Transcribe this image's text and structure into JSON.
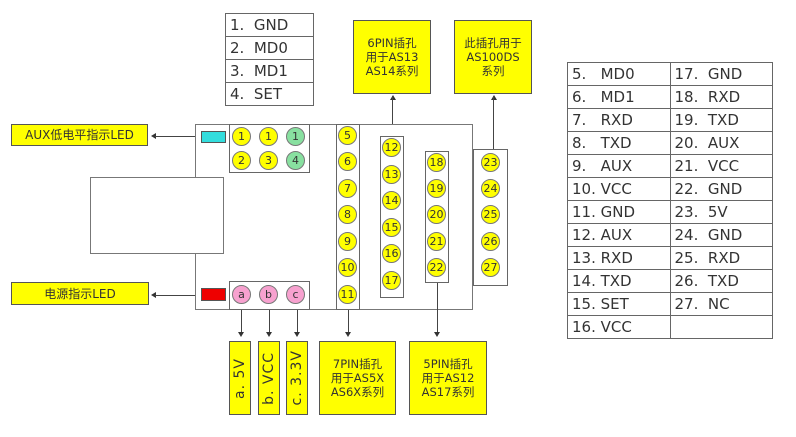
{
  "top_table": {
    "rows": [
      "1.  GND",
      "2.  MD0",
      "3.  MD1",
      "4.  SET"
    ]
  },
  "labels": {
    "aux_led": "AUX低电平指示LED",
    "power_led": "电源指示LED",
    "six_pin": [
      "6PIN插孔",
      "用于AS13",
      "AS14系列"
    ],
    "as100ds": [
      "此插孔用于",
      "AS100DS",
      "系列"
    ],
    "seven_pin": [
      "7PIN插孔",
      "用于AS5X",
      "AS6X系列"
    ],
    "five_pin": [
      "5PIN插孔",
      "用于AS12",
      "AS17系列"
    ],
    "power_a": "a. 5V",
    "power_b": "b. VCC",
    "power_c": "c. 3.3V"
  },
  "colors": {
    "label_bg": "#ffff00",
    "pin_yellow": "#ffff00",
    "pin_green": "#88e0a0",
    "pin_pink": "#f7a1cf",
    "aux_led": "#33dddd",
    "power_led": "#ee0000"
  },
  "pins": {
    "setting_row1": [
      "1",
      "1",
      "1"
    ],
    "setting_row2": [
      "2",
      "3",
      "4"
    ],
    "power": [
      "a",
      "b",
      "c"
    ],
    "col_7pin": [
      "5",
      "6",
      "7",
      "8",
      "9",
      "10",
      "11"
    ],
    "col_6pin": [
      "12",
      "13",
      "14",
      "15",
      "16",
      "17"
    ],
    "col_5pin": [
      "18",
      "19",
      "20",
      "21",
      "22"
    ],
    "col_as100ds": [
      "23",
      "24",
      "25",
      "26",
      "27"
    ]
  },
  "pin_table": {
    "rows": [
      [
        "5.   MD0",
        "17.  GND"
      ],
      [
        "6.   MD1",
        "18.  RXD"
      ],
      [
        "7.   RXD",
        "19.  TXD"
      ],
      [
        "8.   TXD",
        "20.  AUX"
      ],
      [
        "9.   AUX",
        "21.  VCC"
      ],
      [
        "10. VCC",
        "22.  GND"
      ],
      [
        "11. GND",
        "23.  5V"
      ],
      [
        "12. AUX",
        "24.  GND"
      ],
      [
        "13. RXD",
        "25.  RXD"
      ],
      [
        "14. TXD",
        "26.  TXD"
      ],
      [
        "15. SET",
        "27.  NC"
      ],
      [
        "16. VCC",
        ""
      ]
    ]
  }
}
